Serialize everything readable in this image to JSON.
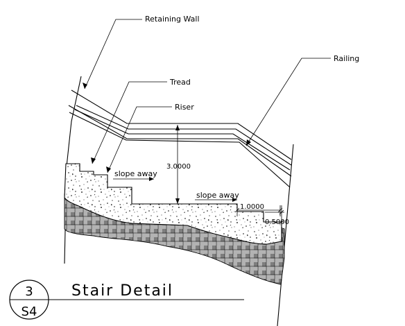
{
  "labels": {
    "retaining_wall": "Retaining Wall",
    "railing": "Railing",
    "tread": "Tread",
    "riser": "Riser",
    "slope_away_1": "slope away",
    "slope_away_2": "slope away"
  },
  "dimensions": {
    "rail_height": "3.0000",
    "tread_depth": "1.0000",
    "riser_height": "0.5000"
  },
  "title_block": {
    "title": "Stair Detail",
    "detail_number": "3",
    "sheet_number": "S4"
  }
}
